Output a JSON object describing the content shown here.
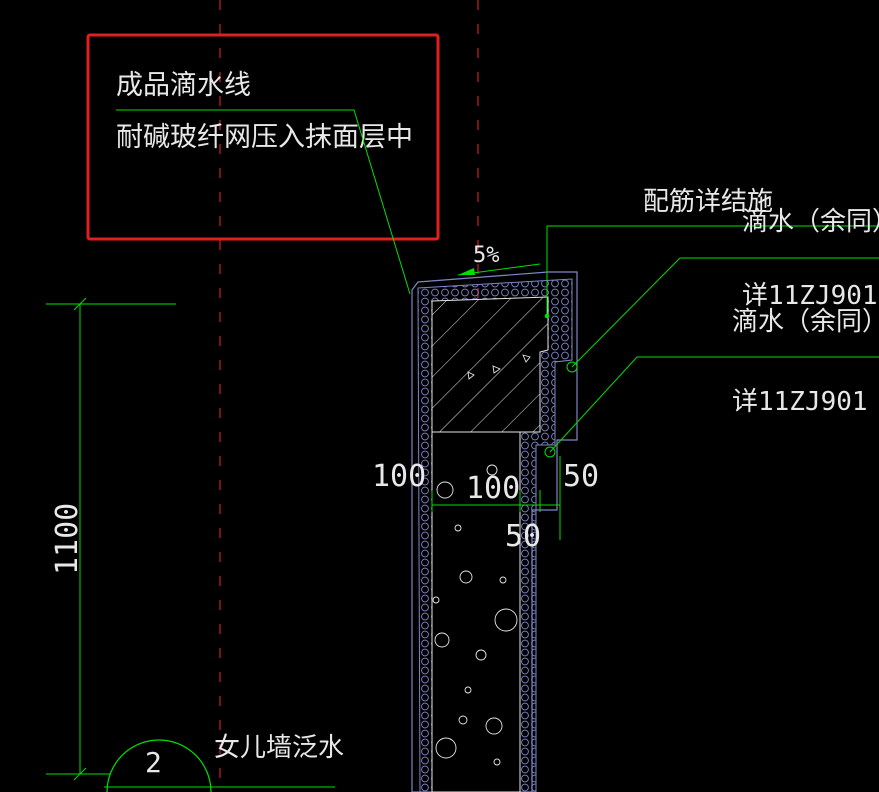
{
  "callout": {
    "line1": "成品滴水线",
    "line2": "耐碱玻纤网压入抹面层中"
  },
  "labels": {
    "reinforcement": "配筋详结施",
    "drip_top": "滴水（余同）",
    "drip_top_ref": "详11ZJ901",
    "drip_mid": "滴水（余同）",
    "drip_mid_ref": "详11ZJ901",
    "slope": "5%",
    "dim_100_left": "100",
    "dim_100_mid": "100",
    "dim_50_right": "50",
    "dim_50_bottom": "50",
    "dim_1100": "1100",
    "section_no": "2",
    "parapet": "女儿墙泛水"
  },
  "colors": {
    "background": "#000000",
    "dimension": "#00e000",
    "outline": "#7f86c8",
    "hatch": "#e6e6e6",
    "highlight_box": "#e02020",
    "axis": "#c8202a",
    "text": "#e8e8e8"
  }
}
